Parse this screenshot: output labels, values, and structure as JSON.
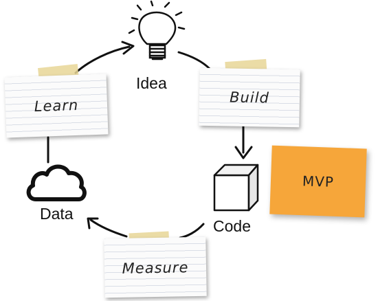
{
  "nodes": {
    "idea": "Idea",
    "build": "Build",
    "code": "Code",
    "measure": "Measure",
    "data": "Data",
    "learn": "Learn"
  },
  "sticky_note": "MVP",
  "colors": {
    "sticky": "#f6a63a",
    "tape": "#e8d696",
    "card_lines": "#d9dde6",
    "stroke": "#111111"
  },
  "icons": [
    "lightbulb-icon",
    "cube-icon",
    "cloud-icon"
  ]
}
